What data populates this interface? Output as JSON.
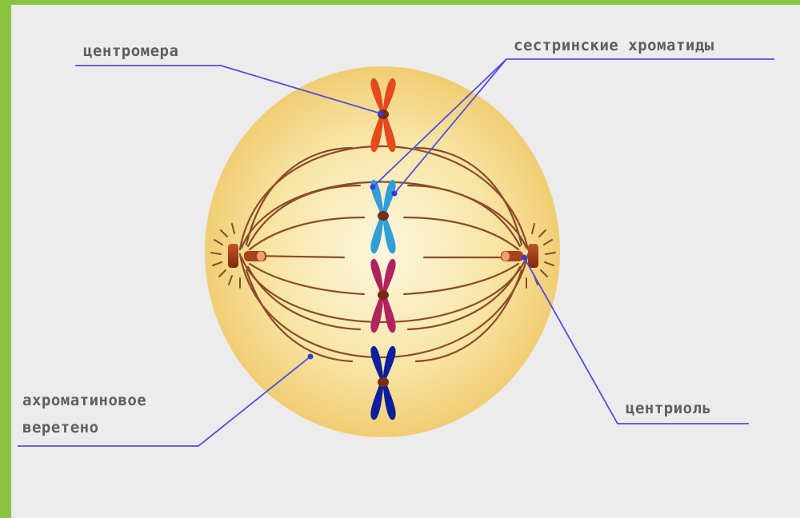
{
  "labels": {
    "centromere": "центромера",
    "sister_chromatids": "сестринские хроматиды",
    "spindle_line1": "ахроматиновое",
    "spindle_line2": "веретено",
    "centriole": "центриоль"
  },
  "colors": {
    "slide_border": "#8cc33f",
    "background": "#ececec",
    "cell_fill": "#f2d27a",
    "cell_center": "#fbf3d8",
    "spindle_fiber": "#8a4b2a",
    "pointer_line": "#4f4fe0",
    "label_text": "#5e5e5e",
    "chromosome_1": "#e54a1c",
    "chromosome_2": "#2f9fd8",
    "chromosome_3": "#b0245e",
    "chromosome_4": "#0d1f9c",
    "centromere_dot": "#7a2c10",
    "centriole": "#9b3a15"
  },
  "chromosomes": [
    "chromosome-red",
    "chromosome-light-blue",
    "chromosome-magenta",
    "chromosome-dark-blue"
  ]
}
